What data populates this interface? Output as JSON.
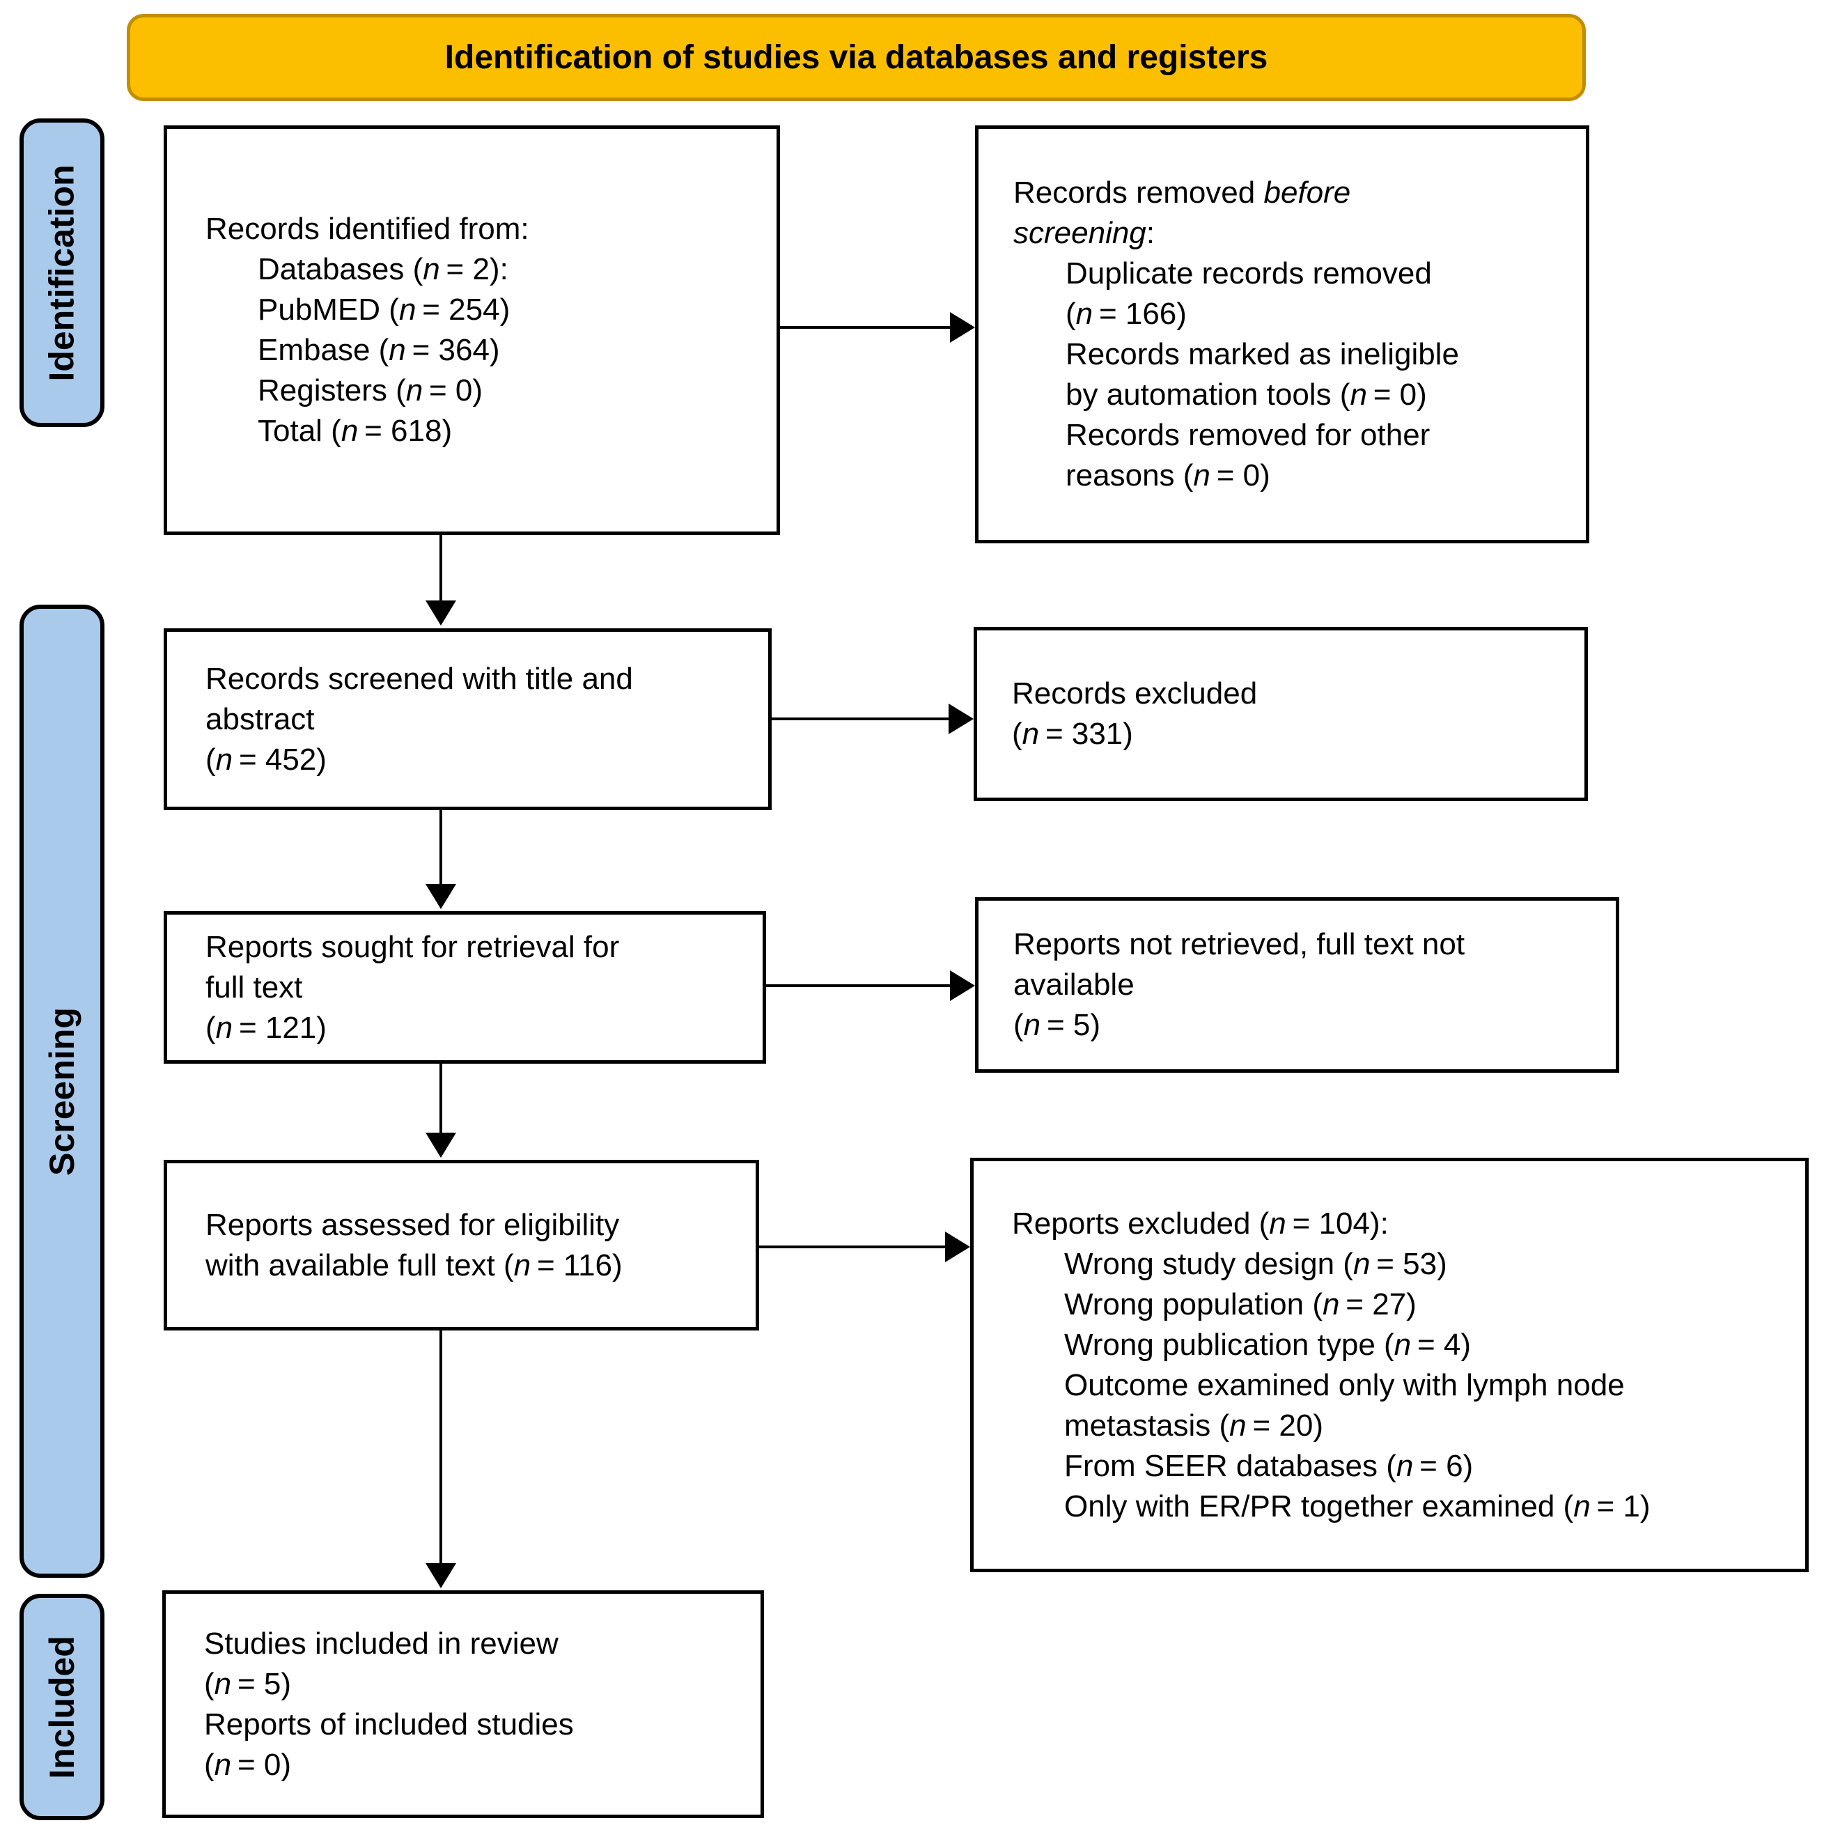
{
  "colors": {
    "banner_fill": "#FCBF00",
    "banner_border": "#C28E00",
    "stage_fill": "#A9CAEB",
    "box_border": "#000000"
  },
  "banner": {
    "label": "Identification of studies via databases and registers"
  },
  "sidebar": {
    "stages": [
      {
        "label": "Identification"
      },
      {
        "label": "Screening"
      },
      {
        "label": "Included"
      }
    ]
  },
  "flow": {
    "records_identified": {
      "lines": [
        "Records identified from:",
        "    Databases (n = 2):",
        "    PubMED (n = 254)",
        "    Embase (n = 364)",
        "    Registers (n = 0)",
        "    Total (n = 618)"
      ]
    },
    "records_removed": {
      "lines": [
        "Records removed *before*",
        "*screening*:",
        "    Duplicate records removed",
        "    (n = 166)",
        "    Records marked as ineligible",
        "    by automation tools (n = 0)",
        "    Records removed for other",
        "    reasons (n = 0)"
      ]
    },
    "records_screened": {
      "lines": [
        "Records screened with title and",
        "abstract",
        "(n = 452)"
      ]
    },
    "records_excluded": {
      "lines": [
        "Records excluded",
        "(n = 331)"
      ]
    },
    "reports_sought": {
      "lines": [
        "Reports sought for retrieval for",
        "full text",
        "(n = 121)"
      ]
    },
    "reports_not_retrieved": {
      "lines": [
        "Reports not retrieved, full text not",
        "available",
        "(n = 5)"
      ]
    },
    "reports_assessed": {
      "lines": [
        "Reports assessed for eligibility",
        "with available full text (n = 116)"
      ]
    },
    "reports_excluded": {
      "lines": [
        "Reports excluded (n = 104):",
        "    Wrong study design (n = 53)",
        "    Wrong population (n = 27)",
        "    Wrong publication type (n = 4)",
        "    Outcome examined only with lymph node",
        "    metastasis (n = 20)",
        "    From SEER databases (n = 6)",
        "    Only with ER/PR together examined (n = 1)"
      ]
    },
    "studies_included": {
      "lines": [
        "Studies included in review",
        "(n = 5)",
        "Reports of included studies",
        "(n = 0)"
      ]
    }
  }
}
